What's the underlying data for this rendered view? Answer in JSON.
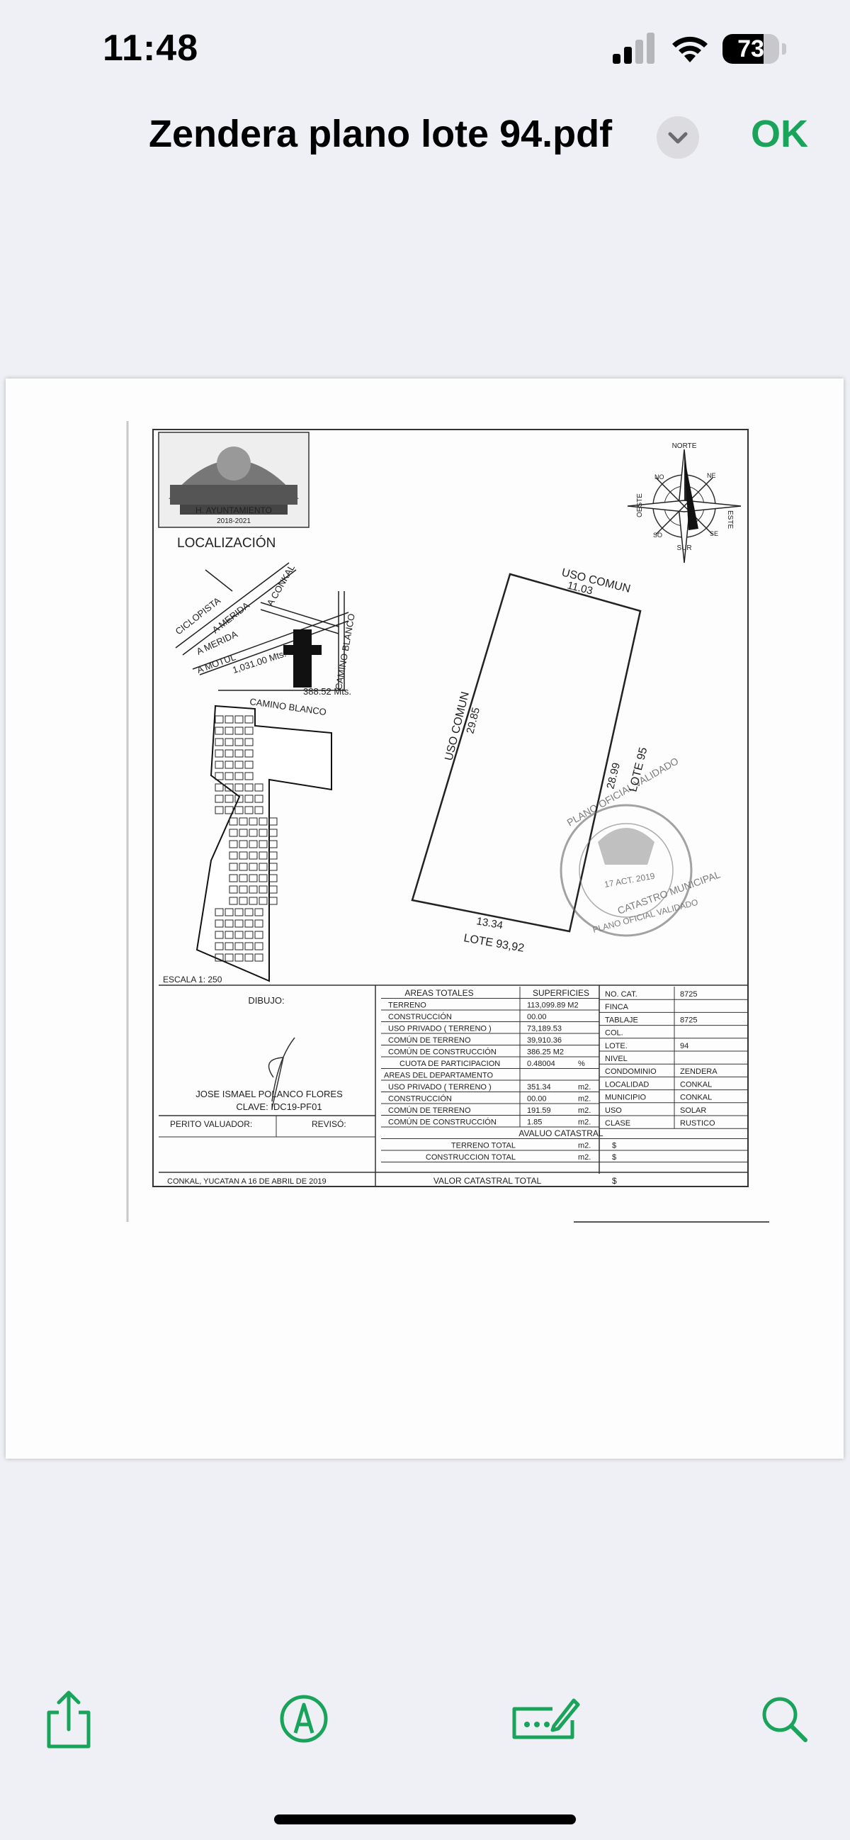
{
  "status_bar": {
    "time": "11:48",
    "battery_level": "73",
    "battery_fraction": 0.73
  },
  "nav": {
    "title": "Zendera plano lote 94.pdf",
    "ok_label": "OK"
  },
  "plan": {
    "header": {
      "logo_line1": "H. AYUNTAMIENTO",
      "logo_line2": "2018-2021",
      "location_title": "LOCALIZACIÓN"
    },
    "compass": {
      "north": "NORTE",
      "south": "SUR",
      "east": "ESTE",
      "west": "OESTE",
      "ne": "NE",
      "nw": "NO",
      "se": "SE",
      "sw": "SO"
    },
    "map_labels": {
      "ciclopista": "CICLOPISTA",
      "a_merida_1": "A MERIDA",
      "a_merida_2": "A MERIDA",
      "a_conkal": "A CONKAL",
      "a_motul": "A MOTUL",
      "distance_1": "1,031.00 Mts.",
      "distance_2": "388.52 Mts.",
      "camino_blanco_1": "CAMINO BLANCO",
      "camino_blanco_2": "CAMINO BLANCO"
    },
    "lot": {
      "top_label": "USO COMUN",
      "top_dim": "11.03",
      "left_label": "USO COMUN",
      "left_dim": "29.85",
      "right_label": "LOTE 95",
      "right_dim": "28.99",
      "bottom_dim": "13.34",
      "bottom_label": "LOTE 93,92"
    },
    "stamp": {
      "line1": "PLANO OFICIAL VALIDADO",
      "date": "17 ACT. 2019",
      "line2": "CATASTRO MUNICIPAL",
      "line3": "PLANO OFICIAL VALIDADO"
    },
    "scale": "ESCALA   1: 250",
    "drawing": {
      "label": "DIBUJO:",
      "name": "JOSE ISMAEL POLANCO FLORES",
      "clave": "CLAVE: IDC19-PF01",
      "perito": "PERITO VALUADOR:",
      "reviso": "REVISÓ:"
    },
    "footer": {
      "place_date": "CONKAL, YUCATAN  A   16 DE  ABRIL DE  2019",
      "valor_label": "VALOR CATASTRAL TOTAL",
      "valor_value": "$"
    },
    "areas": {
      "header_left": "AREAS TOTALES",
      "header_right": "SUPERFICIES",
      "rows": [
        [
          "TERRENO",
          "113,099.89 M2",
          ""
        ],
        [
          "CONSTRUCCIÓN",
          "00.00",
          ""
        ],
        [
          "USO PRIVADO  ( TERRENO )",
          "73,189.53",
          ""
        ],
        [
          "COMÚN DE TERRENO",
          "39,910.36",
          ""
        ],
        [
          "COMÚN DE CONSTRUCCIÓN",
          "386.25 M2",
          ""
        ],
        [
          "CUOTA DE PARTICIPACION",
          "0.48004",
          "%"
        ],
        [
          "AREAS DEL DEPARTAMENTO",
          "",
          ""
        ],
        [
          "USO PRIVADO  ( TERRENO )",
          "351.34",
          "m2."
        ],
        [
          "CONSTRUCCIÓN",
          "00.00",
          "m2."
        ],
        [
          "COMÚN DE TERRENO",
          "191.59",
          "m2."
        ],
        [
          "COMÚN DE CONSTRUCCIÓN",
          "1.85",
          "m2."
        ]
      ],
      "avaluo_title": "AVALUO CATASTRAL",
      "avaluo_rows": [
        [
          "TERRENO TOTAL",
          "m2.",
          "$"
        ],
        [
          "CONSTRUCCION TOTAL",
          "m2.",
          "$"
        ]
      ]
    },
    "info": {
      "rows": [
        [
          "NO. CAT.",
          "8725"
        ],
        [
          "FINCA",
          ""
        ],
        [
          "TABLAJE",
          "8725"
        ],
        [
          "COL.",
          ""
        ],
        [
          "LOTE.",
          "94"
        ],
        [
          "NIVEL",
          ""
        ],
        [
          "CONDOMINIO",
          "ZENDERA"
        ],
        [
          "LOCALIDAD",
          "CONKAL"
        ],
        [
          "MUNICIPIO",
          "CONKAL"
        ],
        [
          "USO",
          "SOLAR"
        ],
        [
          "CLASE",
          "RUSTICO"
        ]
      ]
    }
  },
  "toolbar": {
    "share": "share-icon",
    "markup": "markup-icon",
    "signature": "signature-icon",
    "search": "search-icon"
  },
  "colors": {
    "accent": "#1aa35a",
    "background": "#eff0f5"
  }
}
